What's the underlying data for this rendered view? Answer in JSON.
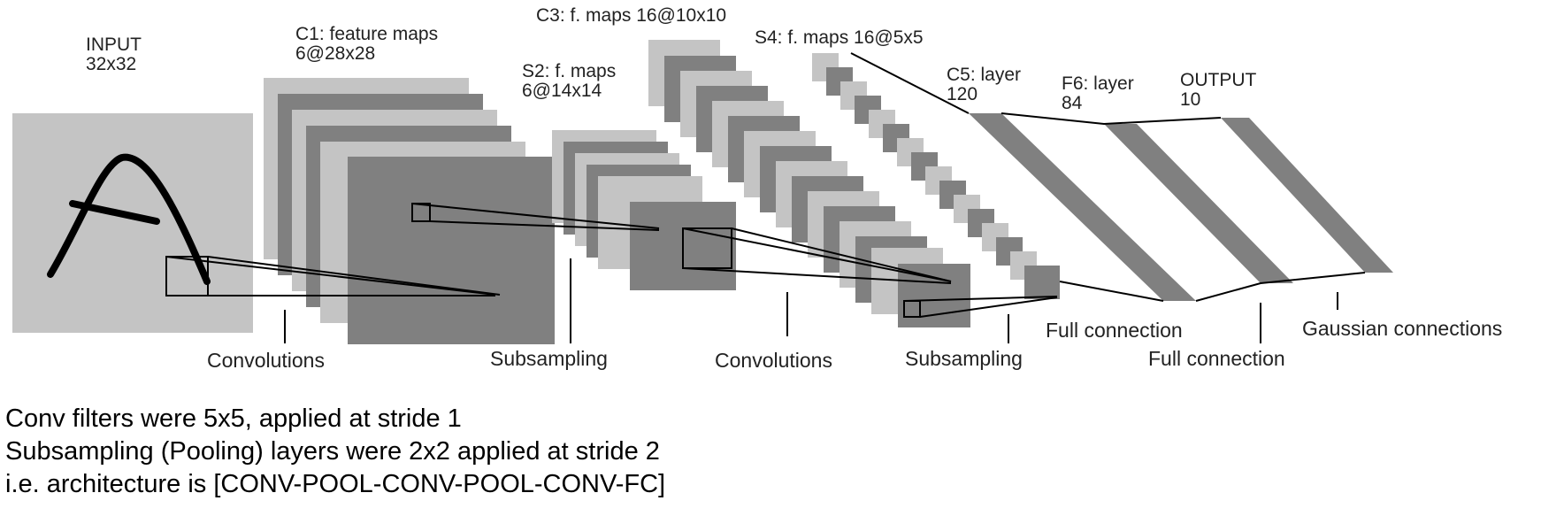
{
  "layers": {
    "input": {
      "name": "INPUT",
      "size": "32x32"
    },
    "c1": {
      "name": "C1: feature maps",
      "size": "6@28x28"
    },
    "s2": {
      "name": "S2: f. maps",
      "size": "6@14x14"
    },
    "c3": {
      "name": "C3: f. maps 16@10x10"
    },
    "s4": {
      "name": "S4: f. maps 16@5x5"
    },
    "c5": {
      "name": "C5: layer",
      "size": "120"
    },
    "f6": {
      "name": "F6: layer",
      "size": "84"
    },
    "output": {
      "name": "OUTPUT",
      "size": "10"
    }
  },
  "operations": {
    "convolutions_1": "Convolutions",
    "subsampling_1": "Subsampling",
    "convolutions_2": "Convolutions",
    "subsampling_2": "Subsampling",
    "full_connection_1": "Full connection",
    "full_connection_2": "Full connection",
    "gaussian": "Gaussian connections"
  },
  "notes": [
    "Conv filters were 5x5, applied at stride 1",
    "Subsampling (Pooling) layers were 2x2 applied at stride 2",
    "i.e. architecture is [CONV-POOL-CONV-POOL-CONV-FC]"
  ],
  "colors": {
    "light_gray": "#c4c4c4",
    "dark_gray": "#808080",
    "stroke": "#000000"
  }
}
